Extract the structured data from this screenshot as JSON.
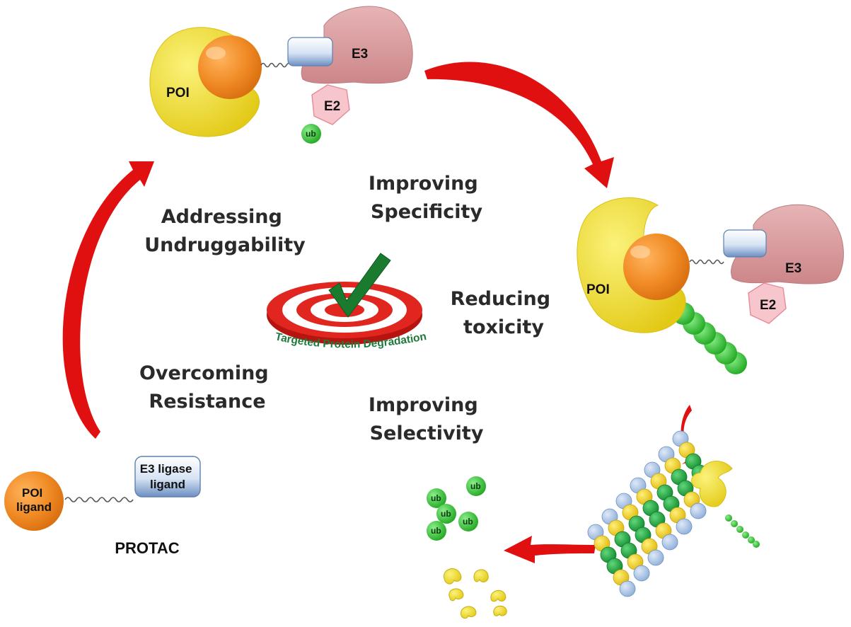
{
  "complexes": {
    "top": {
      "poi": "POI",
      "e3": "E3",
      "e2": "E2",
      "ub": "ub"
    },
    "right": {
      "poi": "POI",
      "e3": "E3",
      "e2": "E2"
    }
  },
  "benefits": {
    "improving_specificity": [
      "Improving",
      "Specificity"
    ],
    "addressing_undruggability": [
      "Addressing",
      "Undruggability"
    ],
    "reducing_toxicity": [
      "Reducing",
      "toxicity"
    ],
    "overcoming_resistance": [
      "Overcoming",
      "Resistance"
    ],
    "improving_selectivity": [
      "Improving",
      "Selectivity"
    ]
  },
  "target": {
    "caption": "Targeted Protein Degradation",
    "colors": {
      "ring": "#e0261e",
      "check": "#1a7a2e"
    }
  },
  "protac": {
    "poi_ligand": [
      "POI",
      "ligand"
    ],
    "e3_ligase_ligand": [
      "E3 ligase",
      "ligand"
    ],
    "name": "PROTAC"
  },
  "released_ubiquitin": [
    "ub",
    "ub",
    "ub",
    "ub",
    "ub"
  ],
  "colors": {
    "poi": "#f2e03a",
    "ligand": "#f08a24",
    "e3": "#d99799",
    "e2": "#f7c6cc",
    "ubiquitin": "#3cc63c",
    "arrow": "#e01010",
    "proteasome_blue": "#a9c4e6",
    "proteasome_green": "#1fa541",
    "proteasome_yellow": "#f3d21a"
  }
}
